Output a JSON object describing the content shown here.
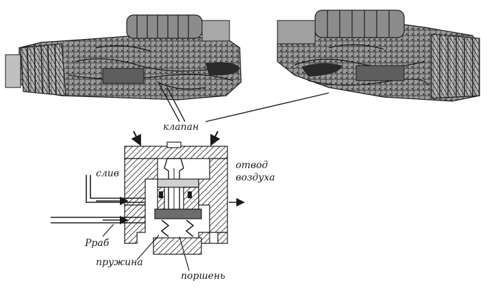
{
  "labels": {
    "valve": "клапан",
    "drain": "слив",
    "air_outlet_line1": "отвод",
    "air_outlet_line2": "воздуха",
    "work_pressure": "Рраб",
    "spring": "пружина",
    "piston": "поршень"
  },
  "colors": {
    "ink": "#1a1a1a",
    "paper": "#ffffff"
  }
}
